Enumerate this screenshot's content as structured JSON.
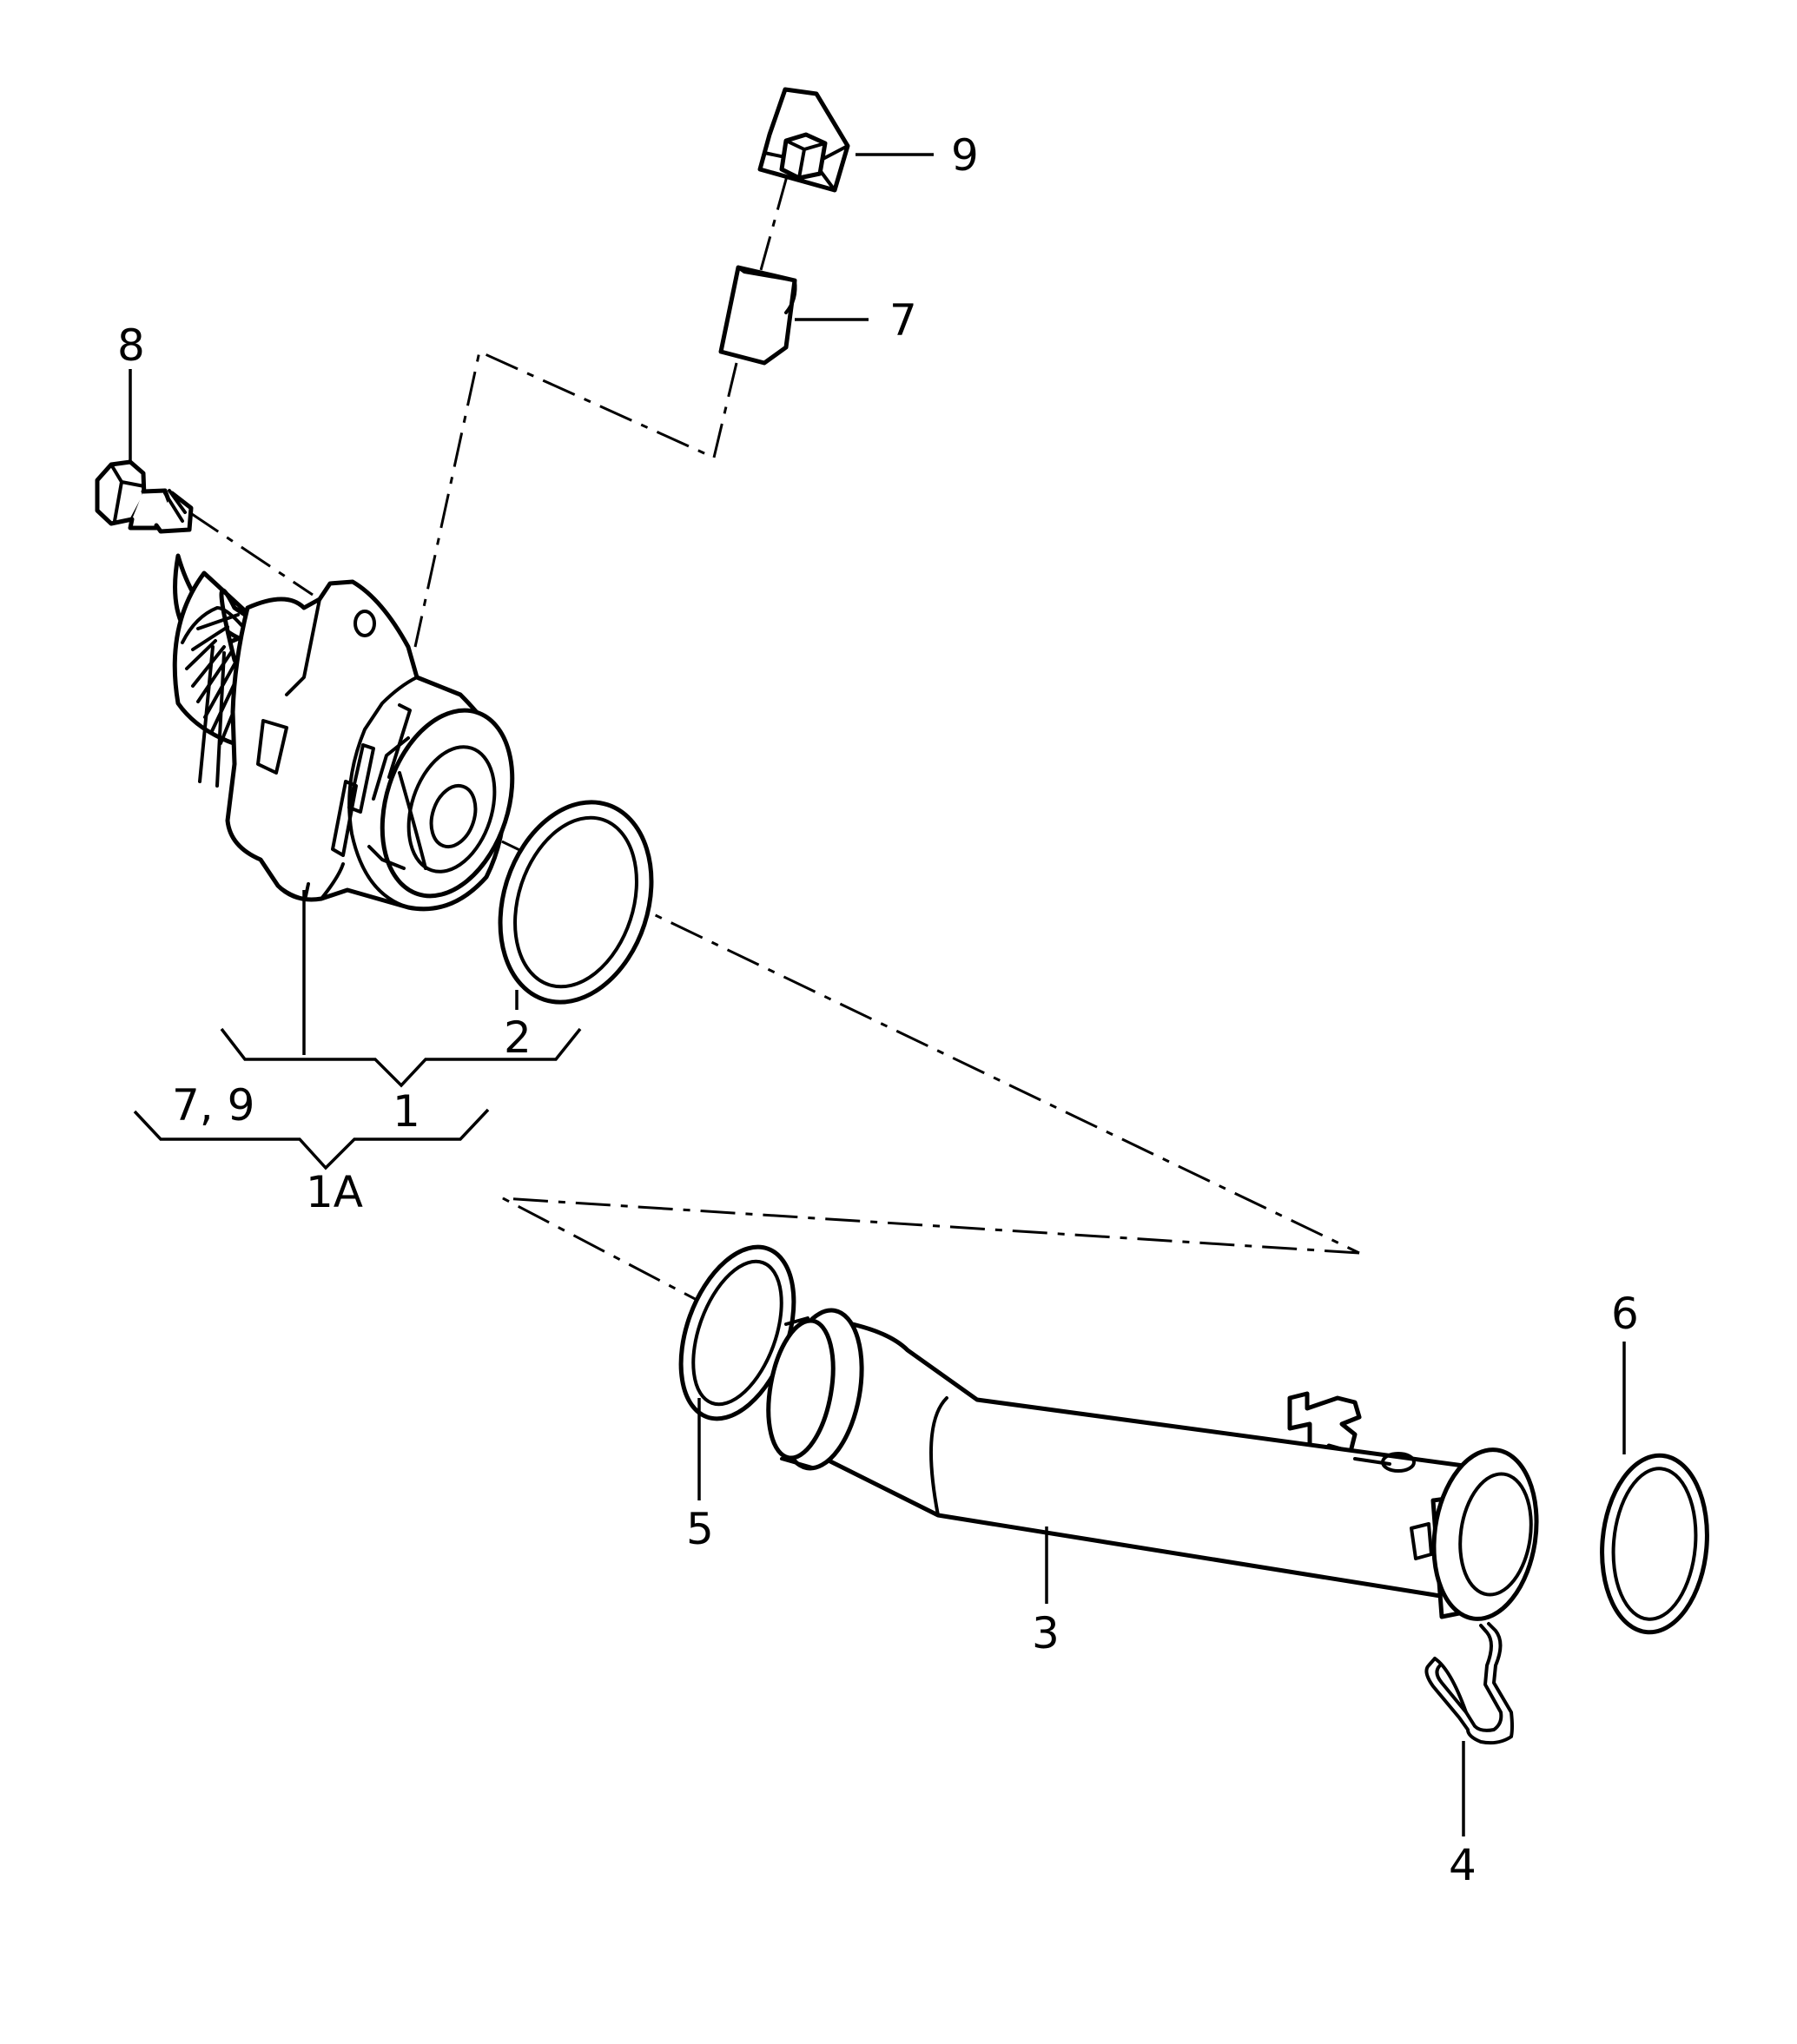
{
  "callouts": {
    "c9": "9",
    "c7": "7",
    "c8": "8",
    "c2": "2",
    "c1": "1",
    "c79": "7, 9",
    "c1a": "1A",
    "c6": "6",
    "c5": "5",
    "c3": "3",
    "c4": "4"
  },
  "parts": [
    "water-pump-housing",
    "o-ring-seal",
    "coolant-pipe",
    "retaining-clip",
    "seal-ring",
    "o-ring",
    "sleeve",
    "bolt",
    "cap-nut"
  ],
  "colors": {
    "line": "#000000",
    "background": "#ffffff"
  }
}
